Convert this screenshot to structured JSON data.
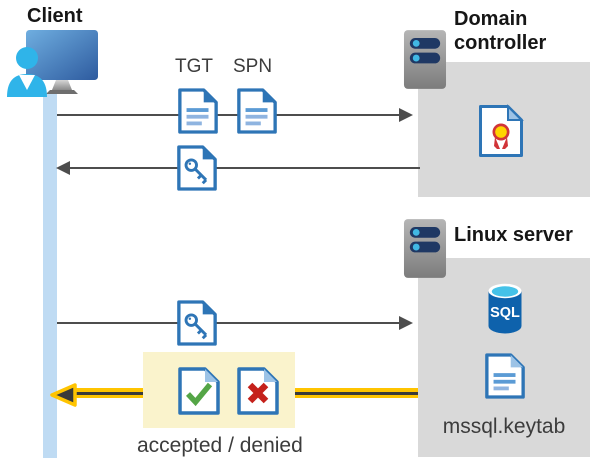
{
  "labels": {
    "client": "Client",
    "tgt": "TGT",
    "spn": "SPN",
    "domain_controller": "Domain controller",
    "linux_server": "Linux server",
    "sql": "SQL",
    "keytab_file": "mssql.keytab",
    "accepted_denied": "accepted / denied"
  },
  "colors": {
    "doc_border_blue": "#2E75B6",
    "doc_fold_light": "#9DC3E6",
    "doc_line_light": "#8FB4E0",
    "doc_line_mid": "#5B9BD5",
    "lifeline_blue": "#BFDBF3",
    "actor_box_gray": "#D9D9D9",
    "arrow_gray": "#4D4D4D",
    "highlight_yellow": "#FAF3CC",
    "arrow_yellow": "#FFC400",
    "check_green": "#54A546",
    "cross_red": "#C5211B",
    "sql_body_blue": "#0E62AC",
    "sql_top_cyan": "#45C2E8",
    "person_cyan": "#2FB4E9",
    "server_pill_navy": "#1F3864",
    "seal_yellow": "#FFD400",
    "seal_red": "#D13438"
  },
  "icons": {
    "client": "user-workstation-icon",
    "servers": "server-icon",
    "tickets": "document-icon",
    "key_ticket": "key-document-icon",
    "certificate": "certificate-document-icon",
    "database": "sql-database-icon",
    "accepted": "check-document-icon",
    "denied": "cross-document-icon"
  },
  "flows": [
    {
      "from": "client",
      "to": "domain-controller",
      "direction": "right",
      "artifacts": [
        "TGT",
        "SPN"
      ]
    },
    {
      "from": "domain-controller",
      "to": "client",
      "direction": "left",
      "artifacts": [
        "key-document"
      ]
    },
    {
      "from": "client",
      "to": "linux-server",
      "direction": "right",
      "artifacts": [
        "key-document"
      ]
    },
    {
      "from": "linux-server",
      "to": "client",
      "direction": "left",
      "highlighted": true,
      "artifacts": [
        "accepted",
        "denied"
      ],
      "caption": "accepted / denied"
    }
  ]
}
